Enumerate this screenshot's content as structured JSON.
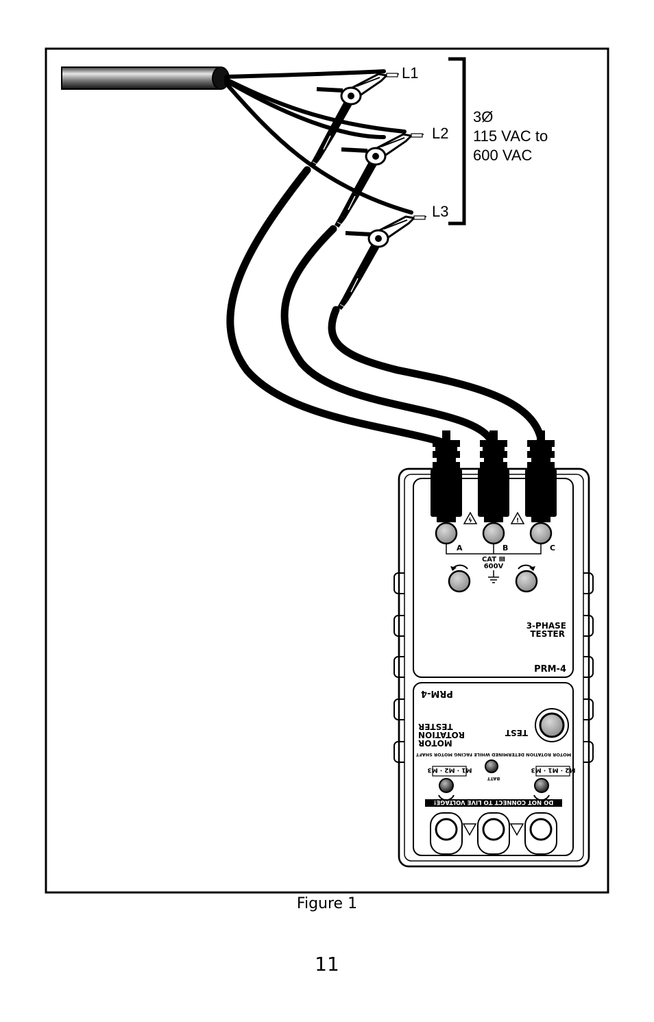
{
  "labels": {
    "line1": "L1",
    "line2": "L2",
    "line3": "L3",
    "phase": "3Ø",
    "voltage_line1": "115 VAC to",
    "voltage_line2": "600 VAC"
  },
  "device_upper": {
    "terminal_a": "A",
    "terminal_b": "B",
    "terminal_c": "C",
    "cat_rating": "CAT Ⅲ",
    "cat_voltage": "600V",
    "title_line1": "3-PHASE",
    "title_line2": "TESTER",
    "model": "PRM-4"
  },
  "device_lower": {
    "model": "PRM-4",
    "title_line1": "MOTOR",
    "title_line2": "ROTATION",
    "title_line3": "TESTER",
    "test_label": "TEST",
    "note": "MOTOR ROTATION DETERMINED WHILE FACING MOTOR SHAFT",
    "seq_left": "M2 · M1 · M3",
    "seq_right": "M1 · M2 · M3",
    "batt_label": "BATT",
    "warning": "DO NOT CONNECT TO LIVE VOLTAGE!",
    "terminal_m1": "M1",
    "terminal_m2": "M2",
    "terminal_m3": "M3"
  },
  "caption": "Figure 1",
  "page_number": "11"
}
